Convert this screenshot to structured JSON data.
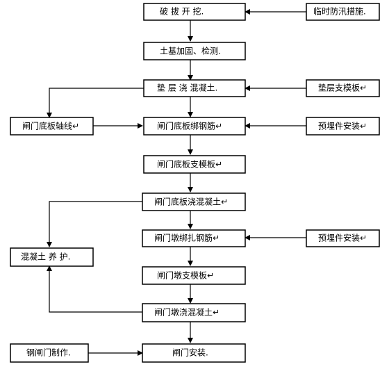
{
  "nodes": [
    {
      "id": "n1",
      "label": "破 拔 开 挖."
    },
    {
      "id": "s1",
      "label": "临时防汛措施."
    },
    {
      "id": "n2",
      "label": "土基加固、检测."
    },
    {
      "id": "n3",
      "label": "垫 层 浇 混凝土."
    },
    {
      "id": "s3",
      "label": "垫层支模板↵"
    },
    {
      "id": "l4",
      "label": "闸门底板轴线↵"
    },
    {
      "id": "n4",
      "label": "闸门底板绑钢筋↵"
    },
    {
      "id": "s4",
      "label": "预埋件安装↵"
    },
    {
      "id": "n5",
      "label": "闸门底板支模板↵"
    },
    {
      "id": "n6",
      "label": "闸门底板浇混凝土↵"
    },
    {
      "id": "l7",
      "label": "混凝土 养 护."
    },
    {
      "id": "n7",
      "label": "闸门墩绑扎钢筋↵"
    },
    {
      "id": "s7",
      "label": "预埋件安装↵"
    },
    {
      "id": "n8",
      "label": "闸门墩支模板↵"
    },
    {
      "id": "n9",
      "label": "闸门墩浇混凝土↵"
    },
    {
      "id": "l10",
      "label": "钢闸门制作."
    },
    {
      "id": "n10",
      "label": "闸门安装."
    }
  ]
}
